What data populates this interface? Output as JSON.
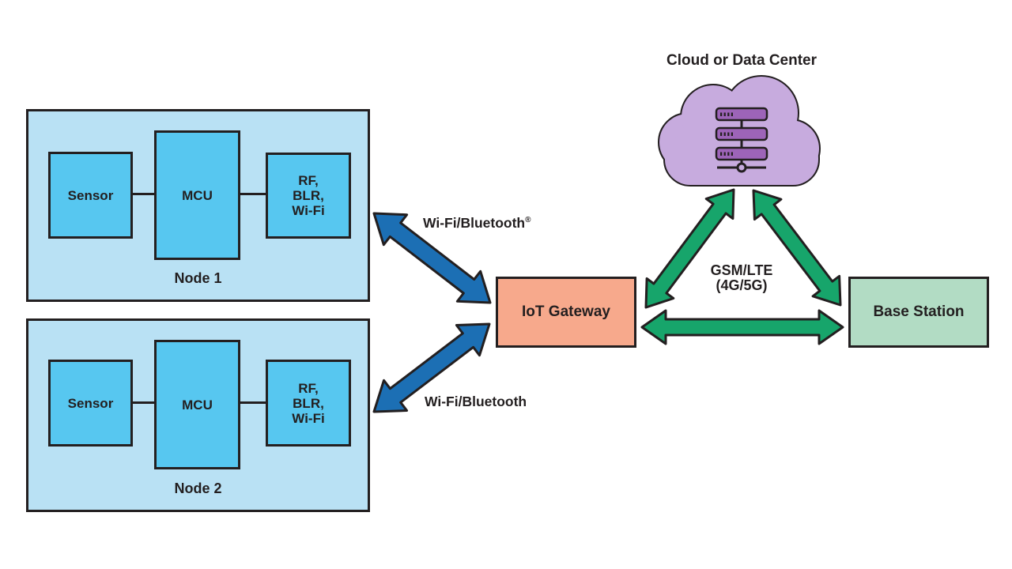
{
  "colors": {
    "outline": "#231f20",
    "node_fill": "#b9e1f4",
    "component_fill": "#57c7f0",
    "gateway_fill": "#f7a98c",
    "base_station_fill": "#b2dcc4",
    "cloud_fill": "#c7abde",
    "server_fill": "#9d64b8",
    "wifi_arrow_blue": "#1c6fb4",
    "cellular_arrow_green": "#17a56b"
  },
  "cloud": {
    "title": "Cloud or Data Center"
  },
  "node1": {
    "label": "Node 1",
    "sensor": "Sensor",
    "mcu": "MCU",
    "radio_lines": [
      "RF,",
      "BLR,",
      "Wi-Fi"
    ]
  },
  "node2": {
    "label": "Node 2",
    "sensor": "Sensor",
    "mcu": "MCU",
    "radio_lines": [
      "RF,",
      "BLR,",
      "Wi-Fi"
    ]
  },
  "gateway": {
    "label": "IoT Gateway"
  },
  "base_station": {
    "label": "Base Station"
  },
  "links": {
    "node1_gateway": {
      "text": "Wi-Fi/Bluetooth",
      "sup": "®"
    },
    "node2_gateway": {
      "text": "Wi-Fi/Bluetooth"
    },
    "cellular_lines": [
      "GSM/LTE",
      "(4G/5G)"
    ]
  }
}
